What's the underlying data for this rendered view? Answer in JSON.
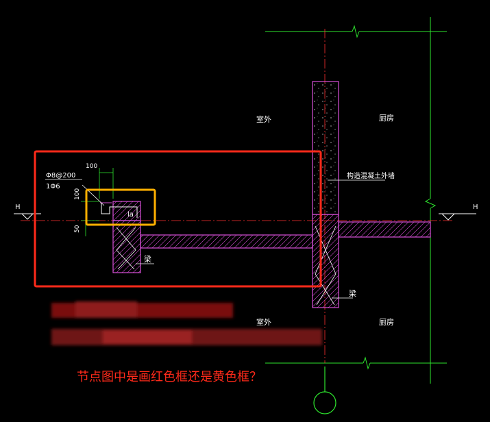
{
  "labels": {
    "outdoor_top": "室外",
    "kitchen_top": "厨房",
    "outdoor_bottom": "室外",
    "kitchen_bottom": "厨房",
    "rebar_spec": "Φ8@200",
    "rebar_count": "1Φ6",
    "dim_100_h": "100",
    "dim_100_v": "100",
    "dim_50": "50",
    "anchor_la": "la",
    "beam_left": "梁",
    "beam_right": "梁",
    "wall_note": "构造混凝土外墙",
    "level_left": "H",
    "level_right": "H"
  },
  "question": "节点图中是画红色框还是黄色框？",
  "colors": {
    "background": "#000000",
    "magenta": "#d94fd9",
    "green": "#2ee62e",
    "red_axis": "#ff3030",
    "red_box": "#ff2a1a",
    "yellow_box": "#ffb000",
    "white": "#ffffff"
  }
}
